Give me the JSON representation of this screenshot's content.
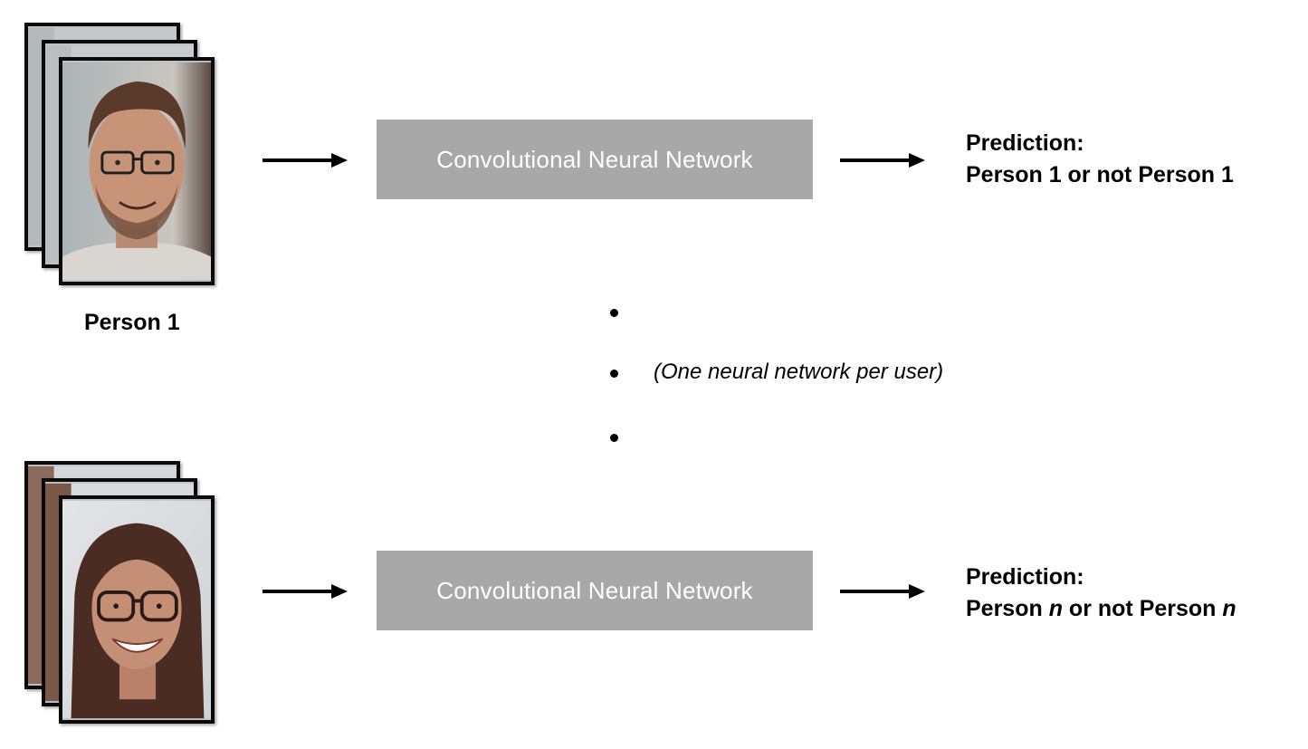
{
  "rows": [
    {
      "person_label": "Person 1",
      "network_label": "Convolutional Neural Network",
      "prediction_title": "Prediction:",
      "prediction_parts": [
        "Person ",
        "1",
        " or not Person ",
        "1"
      ]
    },
    {
      "person_label": "",
      "network_label": "Convolutional Neural Network",
      "prediction_title": "Prediction:",
      "prediction_parts": [
        "Person ",
        "n",
        " or not Person ",
        "n"
      ]
    }
  ],
  "note": "(One neural network per user)",
  "colors": {
    "network_box": "#a8a8a8",
    "network_text": "#ffffff",
    "arrow": "#000000",
    "card_border": "#0a0a0a"
  }
}
